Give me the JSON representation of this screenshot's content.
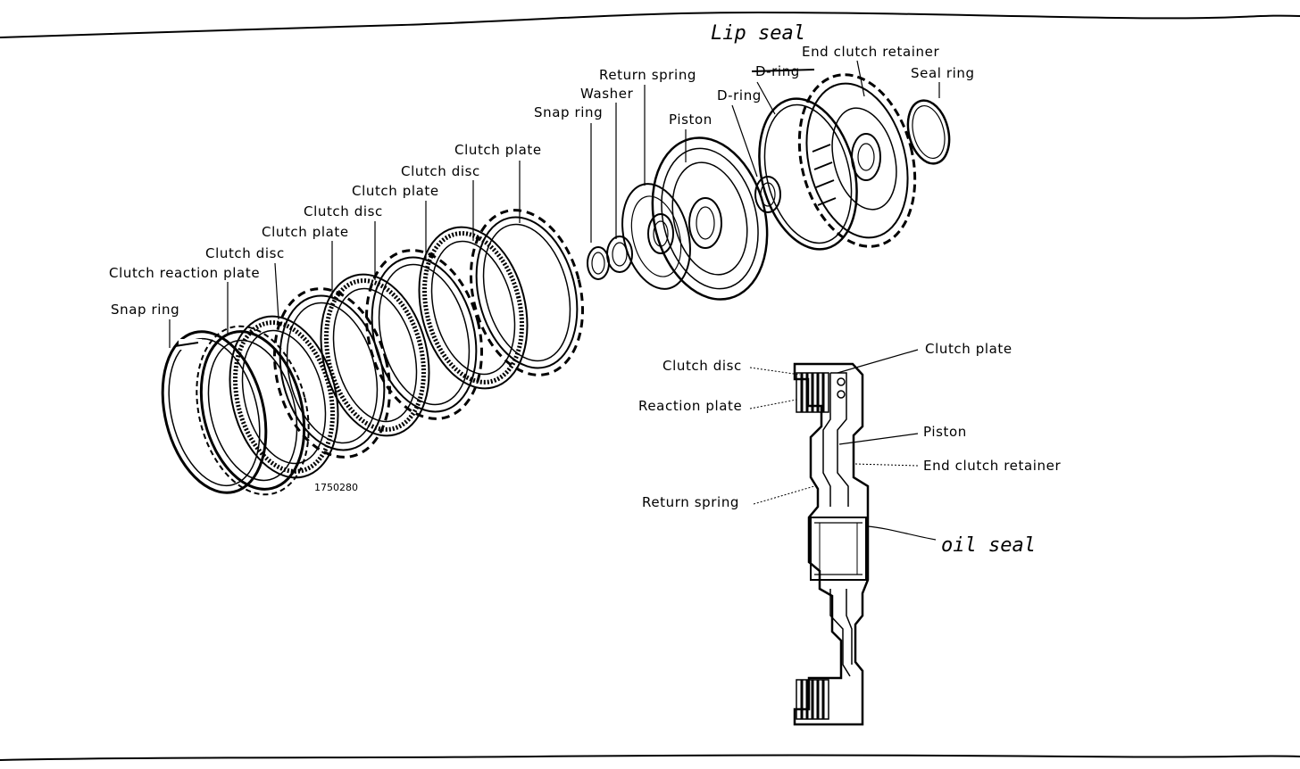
{
  "labels": {
    "snap_ring": "Snap ring",
    "clutch_reaction_plate": "Clutch reaction plate",
    "clutch_disc_1": "Clutch disc",
    "clutch_plate_1": "Clutch plate",
    "clutch_disc_2": "Clutch disc",
    "clutch_plate_2": "Clutch plate",
    "clutch_disc_3": "Clutch disc",
    "clutch_plate_3": "Clutch plate",
    "snap_ring_2": "Snap ring",
    "washer": "Washer",
    "return_spring": "Return spring",
    "piston": "Piston",
    "d_ring": "D-ring",
    "d_ring_struck": "D-ring",
    "end_clutch_retainer": "End clutch retainer",
    "seal_ring": "Seal ring",
    "lip_seal": "Lip seal",
    "part_number": "1750280"
  },
  "section_labels": {
    "clutch_disc": "Clutch disc",
    "clutch_plate": "Clutch plate",
    "reaction_plate": "Reaction plate",
    "piston": "Piston",
    "end_clutch_retainer": "End clutch retainer",
    "return_spring": "Return spring",
    "oil_seal": "oil seal"
  }
}
